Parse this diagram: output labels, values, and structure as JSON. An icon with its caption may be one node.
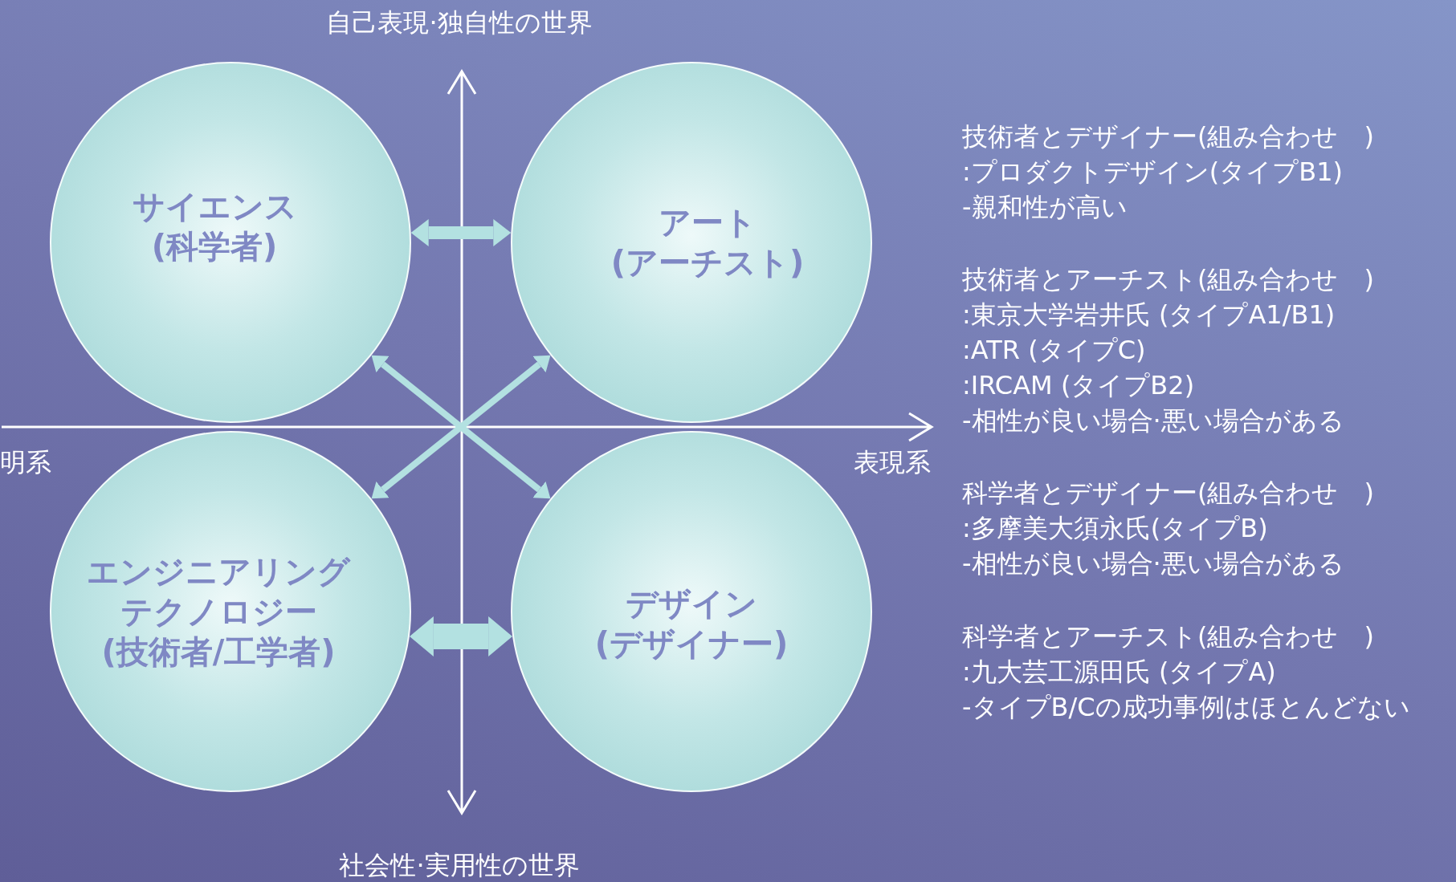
{
  "diagram": {
    "nodes": [
      {
        "text": [
          "サイエンス",
          "(科学者)"
        ]
      },
      {
        "text": [
          "アート",
          "(アーチスト)"
        ]
      },
      {
        "text": [
          "エンジニアリング",
          "テクノロジー",
          "(技術者/工学者)"
        ]
      },
      {
        "text": [
          "デザイン",
          "(デザイナー)"
        ]
      }
    ],
    "edges": [
      {
        "from": 0,
        "to": 1,
        "arrow": "both",
        "style": "thick"
      },
      {
        "from": 2,
        "to": 3,
        "arrow": "both",
        "style": "thick"
      },
      {
        "from": 0,
        "to": 3,
        "arrow": "both"
      },
      {
        "from": 2,
        "to": 1,
        "arrow": "both"
      }
    ],
    "labels": [
      "自己表現·独自性の世界",
      "明系",
      "表現系",
      "技術者とデザイナー(組み合わせ　)",
      ":プロダクトデザイン(タイプB1)",
      "-親和性が高い",
      "技術者とアーチスト(組み合わせ　)",
      ":東京大学岩井氏 (タイプA1/B1)",
      ":ATR (タイプC)",
      ":IRCAM (タイプB2)",
      "-相性が良い場合·悪い場合がある",
      "科学者とデザイナー(組み合わせ　)",
      ":多摩美大須永氏(タイプB)",
      "-相性が良い場合·悪い場合がある",
      "科学者とアーチスト(組み合わせ　)",
      ":九大芸工源田氏 (タイプA)",
      "-タイプB/Cの成功事例はほとんどない",
      "社会性·実用性の世界"
    ]
  }
}
